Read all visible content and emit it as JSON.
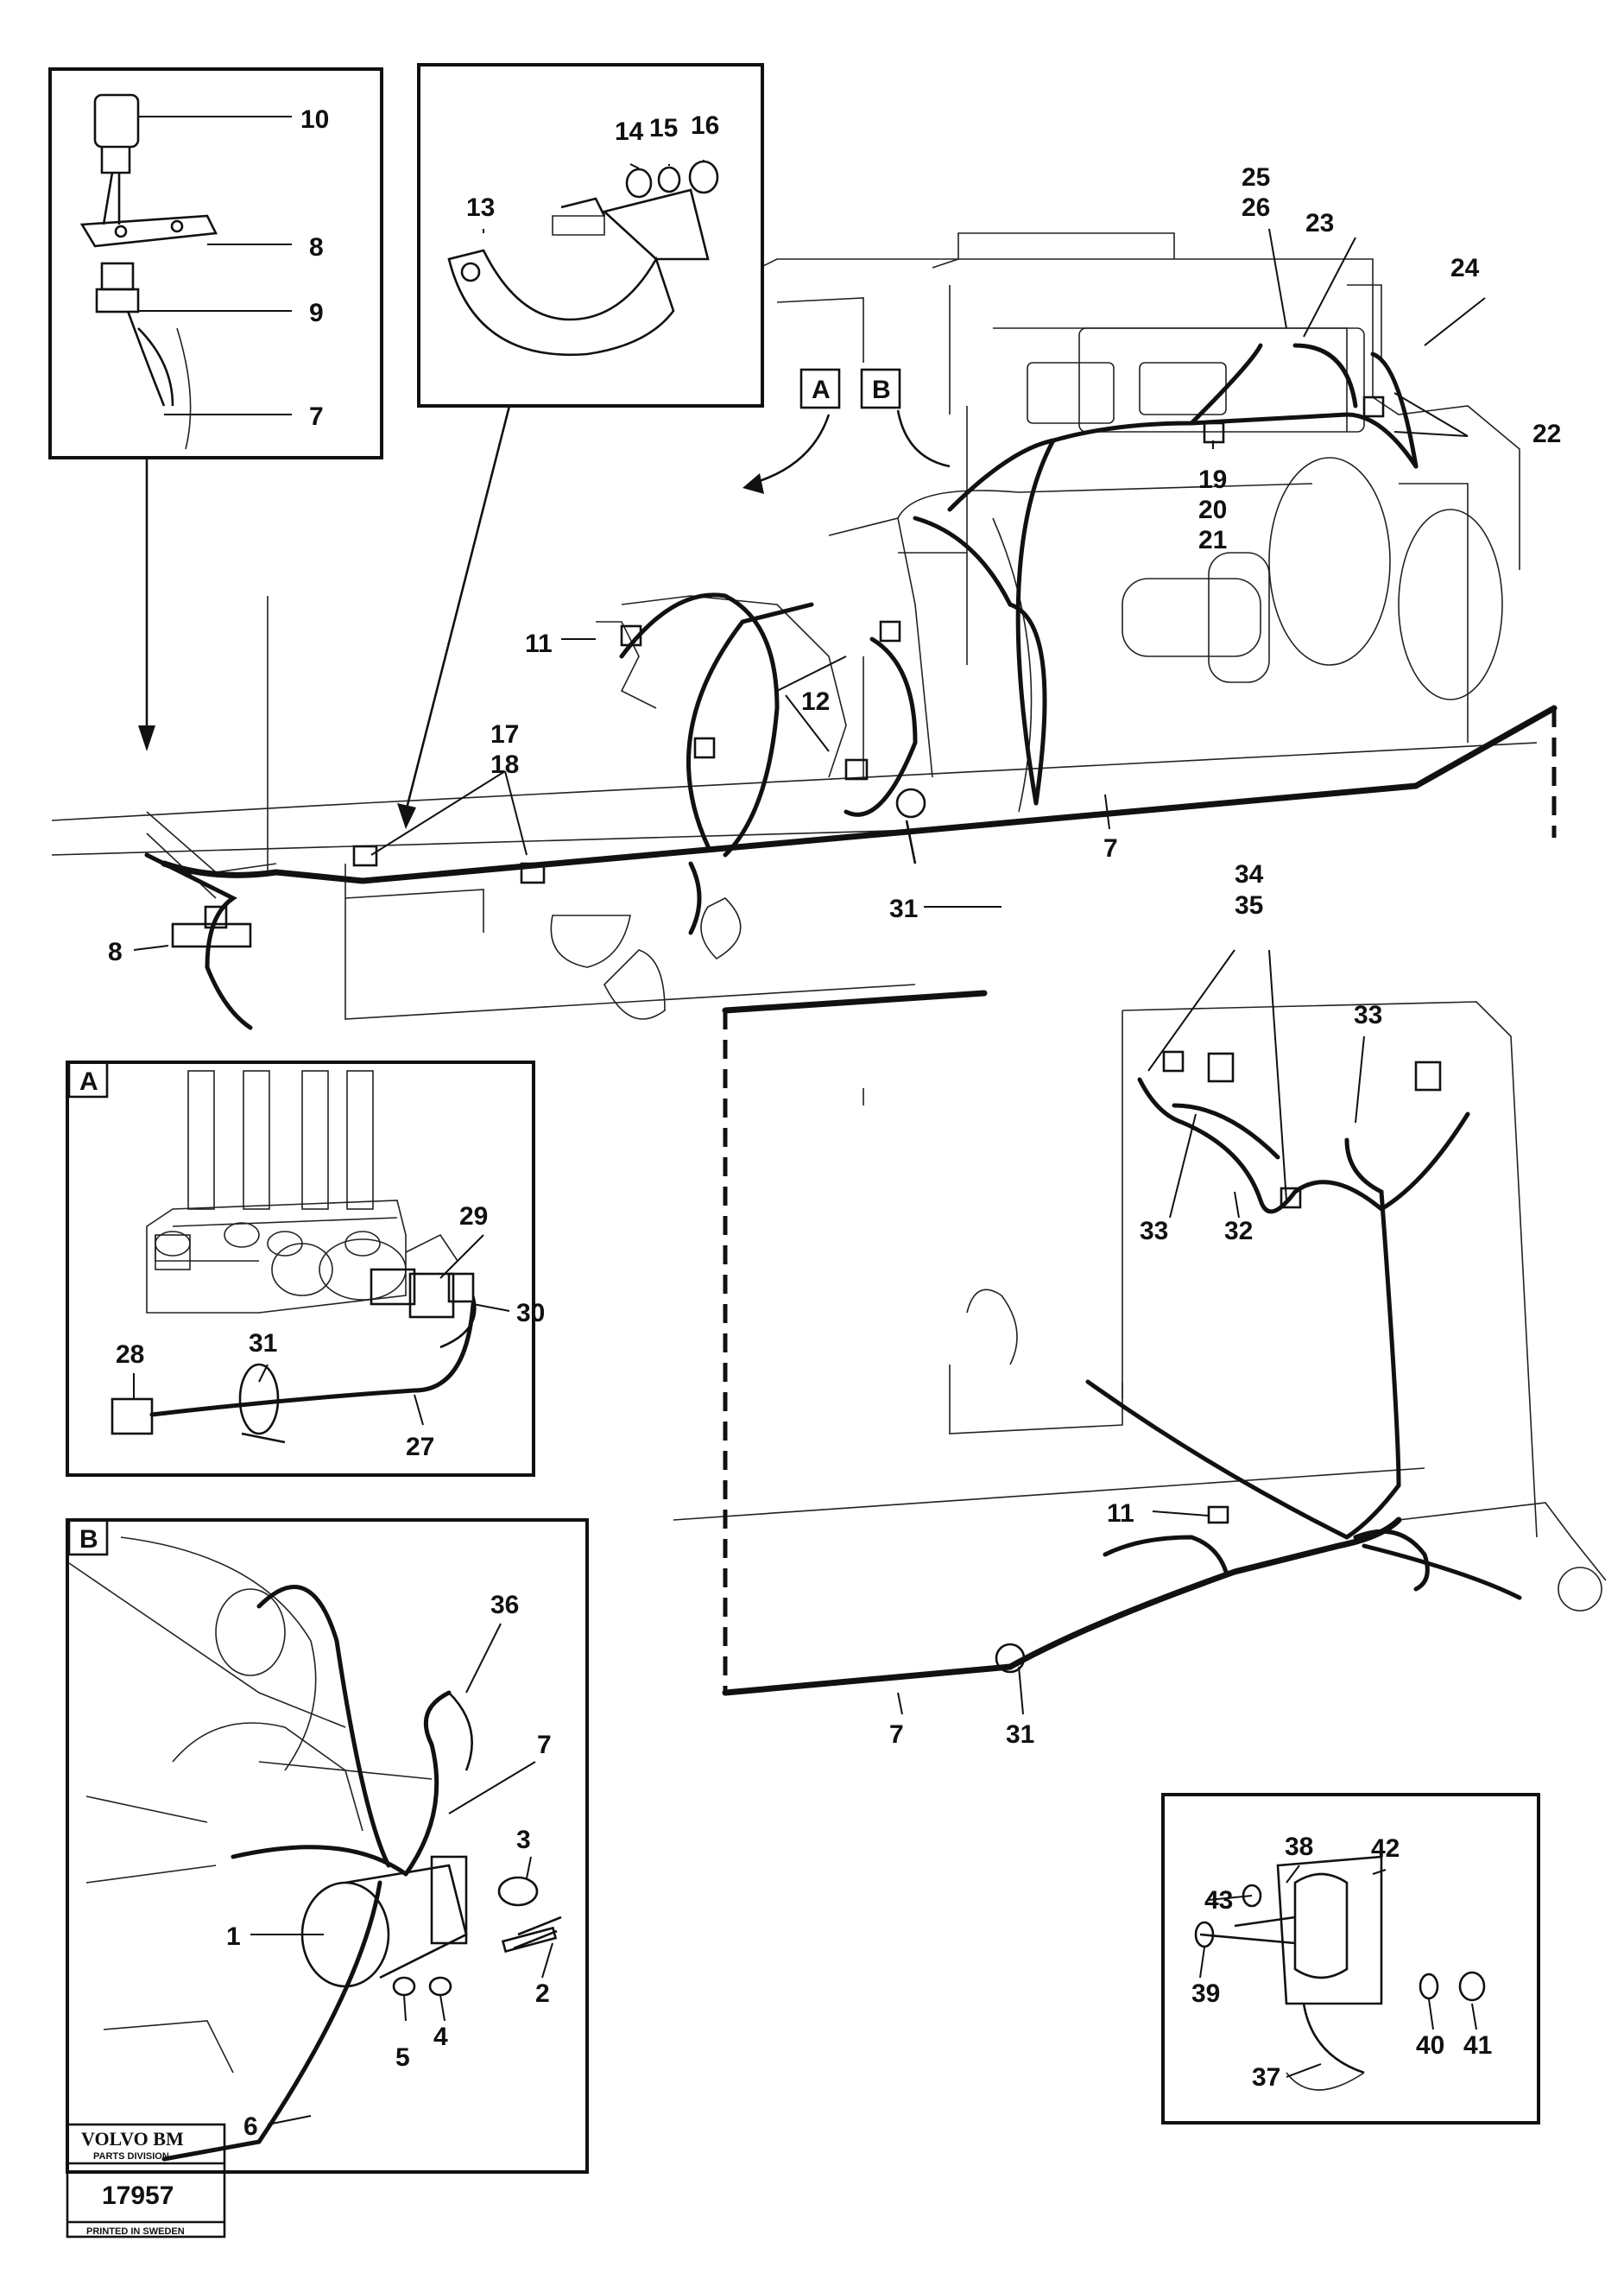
{
  "callouts": {
    "c1": "1",
    "c2": "2",
    "c3": "3",
    "c4": "4",
    "c5": "5",
    "c6": "6",
    "c7": "7",
    "c8": "8",
    "c9": "9",
    "c10": "10",
    "c11": "11",
    "c12": "12",
    "c13": "13",
    "c14": "14",
    "c15": "15",
    "c16": "16",
    "c17": "17",
    "c18": "18",
    "c19": "19",
    "c20": "20",
    "c21": "21",
    "c22": "22",
    "c23": "23",
    "c24": "24",
    "c25": "25",
    "c26": "26",
    "c27": "27",
    "c28": "28",
    "c29": "29",
    "c30": "30",
    "c31": "31",
    "c32": "32",
    "c33": "33",
    "c34": "34",
    "c35": "35",
    "c36": "36",
    "c37": "37",
    "c38": "38",
    "c39": "39",
    "c40": "40",
    "c41": "41",
    "c42": "42",
    "c43": "43"
  },
  "view_refs": {
    "a": "A",
    "b": "B"
  },
  "stamp": {
    "brand": "VOLVO BM",
    "division": "PARTS DIVISION",
    "number": "17957",
    "printed": "PRINTED IN SWEDEN"
  }
}
